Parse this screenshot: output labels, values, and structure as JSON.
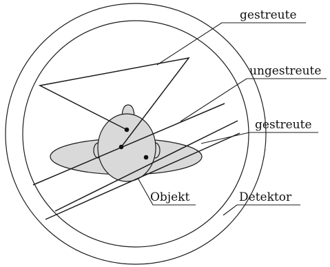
{
  "labels": {
    "scatter_top": "gestreute",
    "unscattered": "ungestreute",
    "scatter_right": "gestreute",
    "object": "Objekt",
    "detector": "Detektor"
  },
  "colors": {
    "line": "#1a1a1a",
    "object_fill": "#d9d9d9",
    "background": "#ffffff"
  }
}
